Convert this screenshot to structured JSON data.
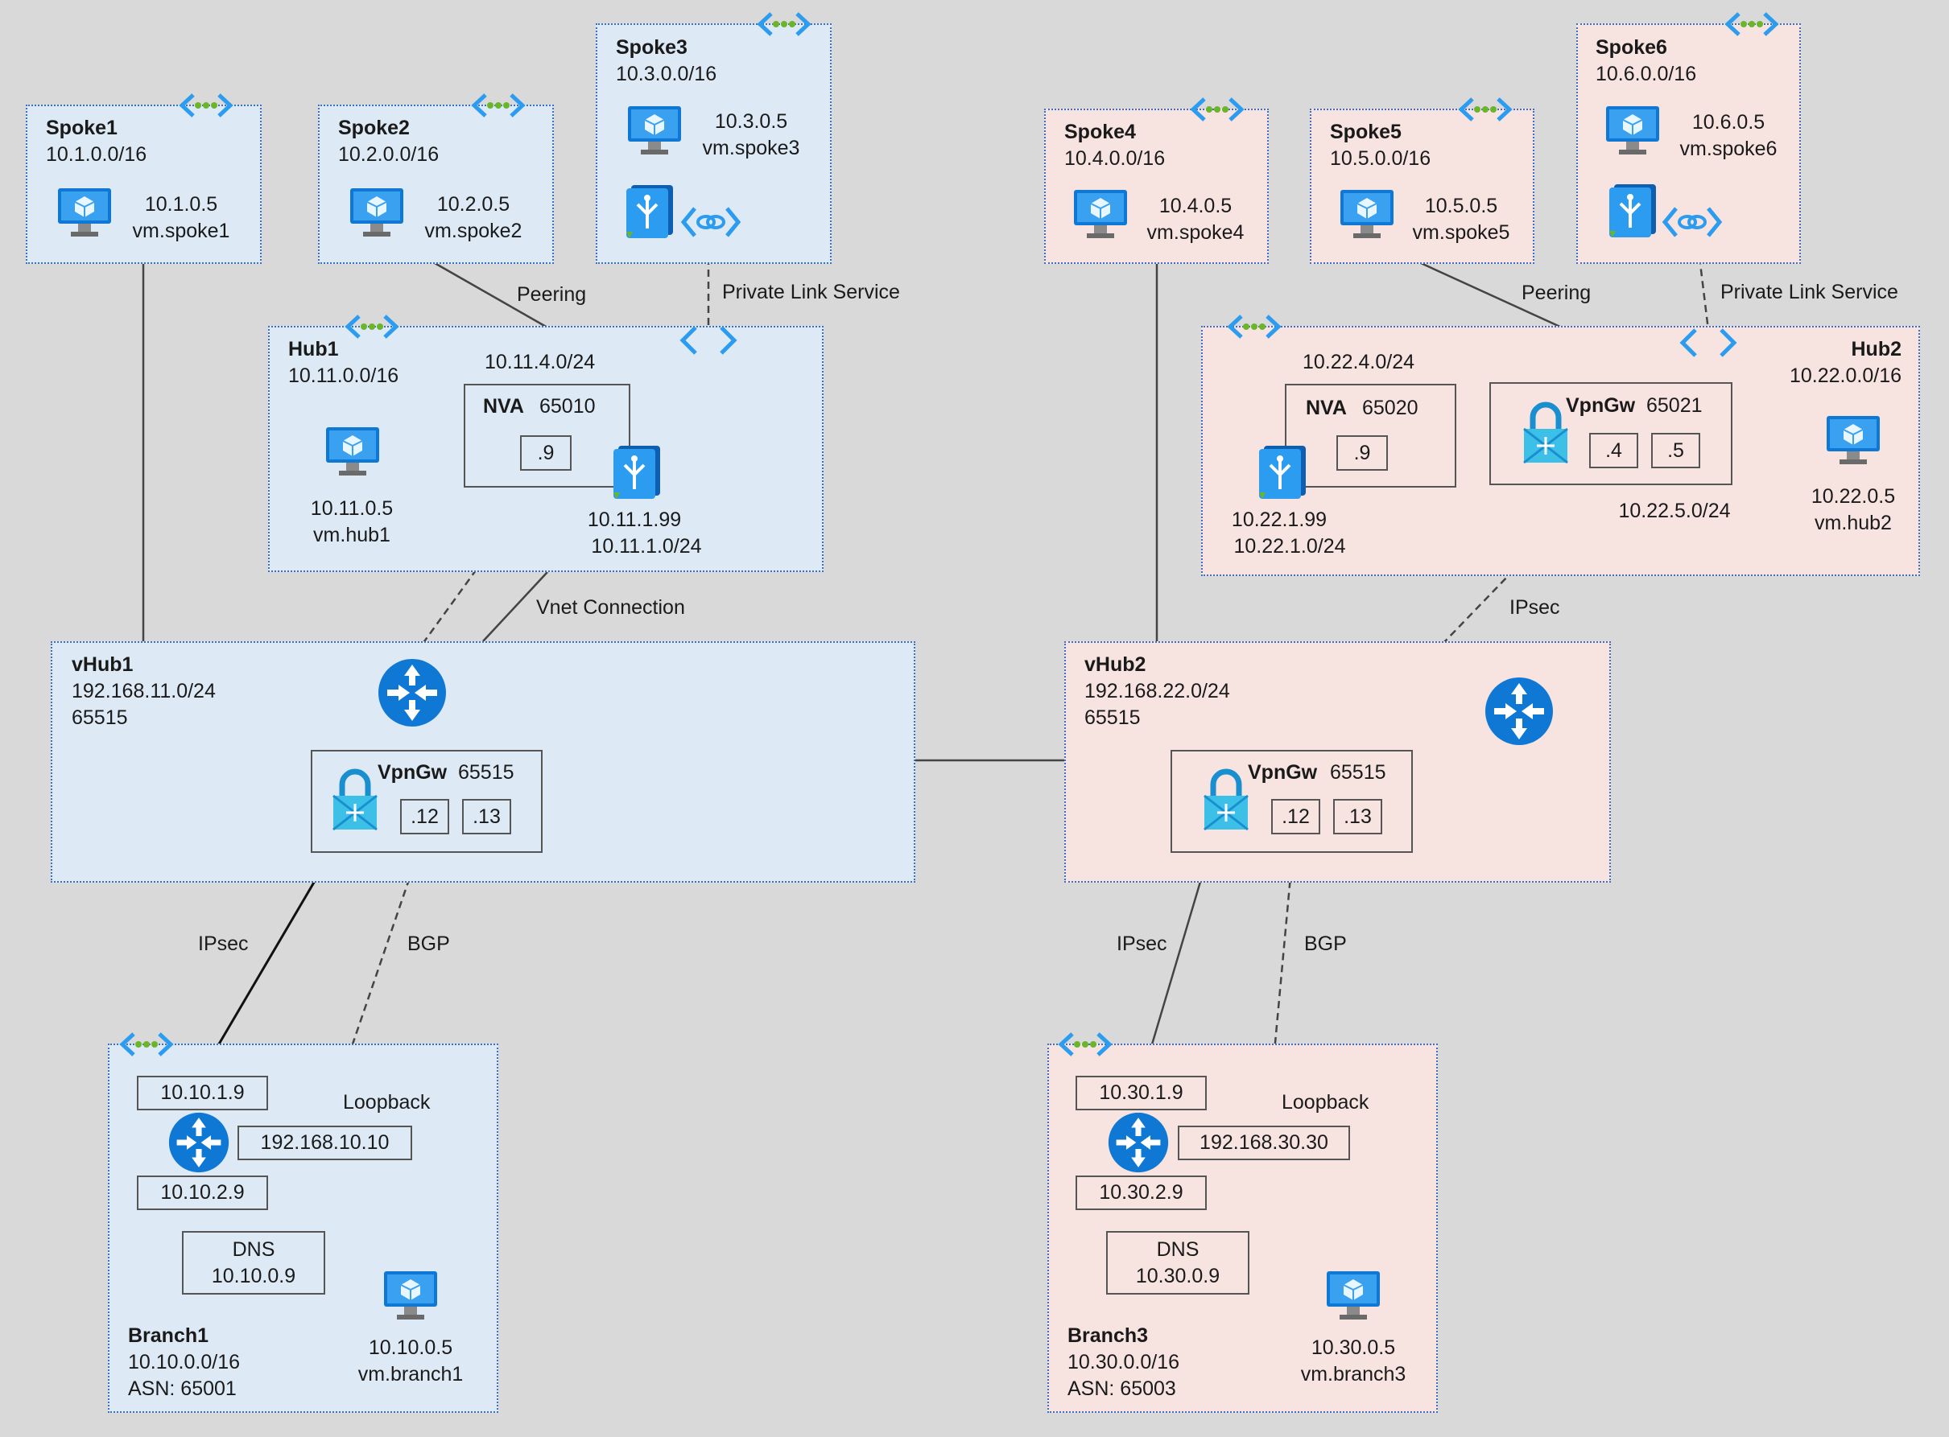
{
  "colors": {
    "background": "#d9d9d9",
    "blue_fill": "#ddeaf6",
    "pink_fill": "#f7e4e1",
    "border": "#3a6fc4",
    "line": "#444444",
    "azure_blue": "#0f78d4"
  },
  "spokes": [
    {
      "name": "Spoke1",
      "cidr": "10.1.0.0/16",
      "vm_ip": "10.1.0.5",
      "vm_name": "vm.spoke1"
    },
    {
      "name": "Spoke2",
      "cidr": "10.2.0.0/16",
      "vm_ip": "10.2.0.5",
      "vm_name": "vm.spoke2"
    },
    {
      "name": "Spoke3",
      "cidr": "10.3.0.0/16",
      "vm_ip": "10.3.0.5",
      "vm_name": "vm.spoke3"
    },
    {
      "name": "Spoke4",
      "cidr": "10.4.0.0/16",
      "vm_ip": "10.4.0.5",
      "vm_name": "vm.spoke4"
    },
    {
      "name": "Spoke5",
      "cidr": "10.5.0.0/16",
      "vm_ip": "10.5.0.5",
      "vm_name": "vm.spoke5"
    },
    {
      "name": "Spoke6",
      "cidr": "10.6.0.0/16",
      "vm_ip": "10.6.0.5",
      "vm_name": "vm.spoke6"
    }
  ],
  "hub1": {
    "name": "Hub1",
    "cidr": "10.11.0.0/16",
    "nva_subnet": "10.11.4.0/24",
    "nva_label": "NVA",
    "nva_asn": "65010",
    "nva_ip": ".9",
    "ilb_ip": "10.11.1.99",
    "ilb_subnet": "10.11.1.0/24",
    "vm_ip": "10.11.0.5",
    "vm_name": "vm.hub1"
  },
  "hub2": {
    "name": "Hub2",
    "cidr": "10.22.0.0/16",
    "nva_subnet": "10.22.4.0/24",
    "nva_label": "NVA",
    "nva_asn": "65020",
    "nva_ip": ".9",
    "vpngw_label": "VpnGw",
    "vpngw_asn": "65021",
    "vpngw_ip1": ".4",
    "vpngw_ip2": ".5",
    "vpngw_subnet": "10.22.5.0/24",
    "ilb_ip": "10.22.1.99",
    "ilb_subnet": "10.22.1.0/24",
    "vm_ip": "10.22.0.5",
    "vm_name": "vm.hub2"
  },
  "vhub1": {
    "name": "vHub1",
    "cidr": "192.168.11.0/24",
    "asn": "65515",
    "vpngw_label": "VpnGw",
    "vpngw_asn": "65515",
    "ip1": ".12",
    "ip2": ".13"
  },
  "vhub2": {
    "name": "vHub2",
    "cidr": "192.168.22.0/24",
    "asn": "65515",
    "vpngw_label": "VpnGw",
    "vpngw_asn": "65515",
    "ip1": ".12",
    "ip2": ".13"
  },
  "branch1": {
    "name": "Branch1",
    "cidr": "10.10.0.0/16",
    "asn": "ASN: 65001",
    "router_ip1": "10.10.1.9",
    "router_ip2": "10.10.2.9",
    "loopback_label": "Loopback",
    "loopback_ip": "192.168.10.10",
    "dns_label": "DNS",
    "dns_ip": "10.10.0.9",
    "vm_ip": "10.10.0.5",
    "vm_name": "vm.branch1"
  },
  "branch3": {
    "name": "Branch3",
    "cidr": "10.30.0.0/16",
    "asn": "ASN: 65003",
    "router_ip1": "10.30.1.9",
    "router_ip2": "10.30.2.9",
    "loopback_label": "Loopback",
    "loopback_ip": "192.168.30.30",
    "dns_label": "DNS",
    "dns_ip": "10.30.0.9",
    "vm_ip": "10.30.0.5",
    "vm_name": "vm.branch3"
  },
  "links": {
    "peering": "Peering",
    "private_link": "Private Link Service",
    "vnet_connection": "Vnet Connection",
    "ipsec": "IPsec",
    "bgp": "BGP"
  },
  "icons": [
    "vnet-icon",
    "vm-icon",
    "load-balancer-icon",
    "private-link-icon",
    "router-icon",
    "vpn-gateway-icon"
  ]
}
